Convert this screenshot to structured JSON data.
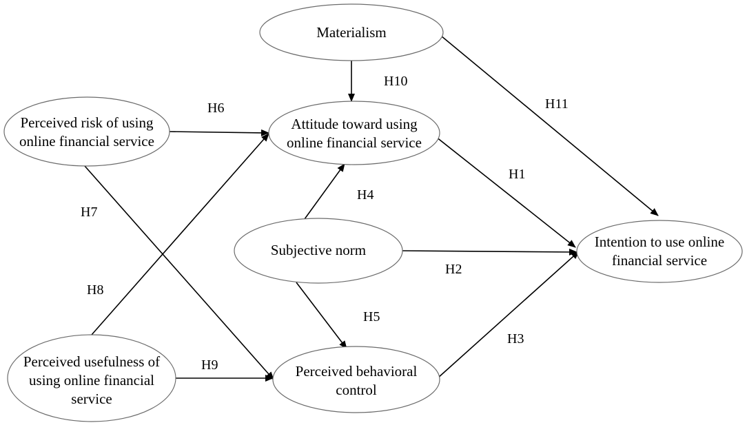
{
  "nodes": {
    "materialism": [
      "Materialism"
    ],
    "perceived_risk": [
      "Perceived risk of using",
      "online financial service"
    ],
    "attitude": [
      "Attitude toward using",
      "online financial service"
    ],
    "subjective_norm": [
      "Subjective norm"
    ],
    "intention": [
      "Intention to use online",
      "financial service"
    ],
    "perceived_usefulness": [
      "Perceived usefulness of",
      "using online financial",
      "service"
    ],
    "perceived_behavioral_control": [
      "Perceived behavioral",
      "control"
    ]
  },
  "hypotheses": {
    "H1": "H1",
    "H2": "H2",
    "H3": "H3",
    "H4": "H4",
    "H5": "H5",
    "H6": "H6",
    "H7": "H7",
    "H8": "H8",
    "H9": "H9",
    "H10": "H10",
    "H11": "H11"
  },
  "edges": [
    {
      "from": "materialism",
      "to": "attitude",
      "label": "H10"
    },
    {
      "from": "materialism",
      "to": "intention",
      "label": "H11"
    },
    {
      "from": "perceived_risk",
      "to": "attitude",
      "label": "H6"
    },
    {
      "from": "perceived_risk",
      "to": "perceived_behavioral_control",
      "label": "H7"
    },
    {
      "from": "attitude",
      "to": "intention",
      "label": "H1"
    },
    {
      "from": "subjective_norm",
      "to": "attitude",
      "label": "H4"
    },
    {
      "from": "subjective_norm",
      "to": "intention",
      "label": "H2"
    },
    {
      "from": "subjective_norm",
      "to": "perceived_behavioral_control",
      "label": "H5"
    },
    {
      "from": "perceived_usefulness",
      "to": "attitude",
      "label": "H8"
    },
    {
      "from": "perceived_usefulness",
      "to": "perceived_behavioral_control",
      "label": "H9"
    },
    {
      "from": "perceived_behavioral_control",
      "to": "intention",
      "label": "H3"
    }
  ]
}
